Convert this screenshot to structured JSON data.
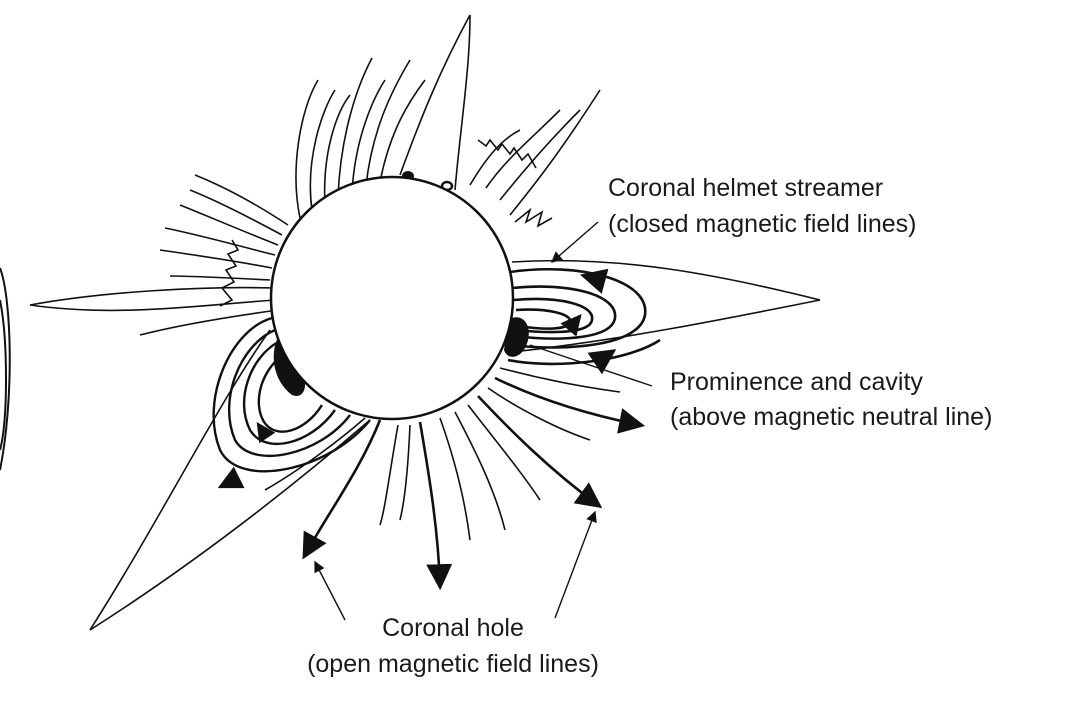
{
  "labels": {
    "helmet_streamer": {
      "line1": "Coronal helmet streamer",
      "line2": "(closed magnetic field lines)"
    },
    "prominence": {
      "line1": "Prominence and cavity",
      "line2": "(above magnetic neutral line)"
    },
    "coronal_hole": {
      "line1": "Coronal hole",
      "line2": "(open magnetic field lines)"
    }
  },
  "colors": {
    "ink": "#111111",
    "background": "#ffffff"
  }
}
